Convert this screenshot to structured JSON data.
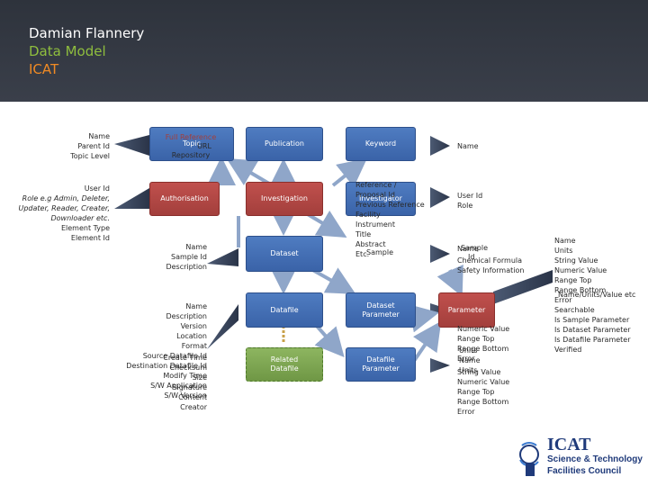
{
  "header": {
    "title": "Damian Flannery",
    "subtitle": "Data Model",
    "tagline": "ICAT",
    "colors": {
      "title": "#ffffff",
      "subtitle": "#8fbe3e",
      "tagline": "#f08a24"
    }
  },
  "left_labels": {
    "topic_attrs": [
      "Name",
      "Parent Id",
      "Topic Level"
    ],
    "user_attrs": [
      "User Id",
      "Role e.g Admin, Deleter,",
      "Updater, Reader, Creater,",
      "Downloader etc.",
      "Element Type",
      "Element Id"
    ],
    "sample_attrs": [
      "Name",
      "Sample Id",
      "Description"
    ],
    "datafile_attrs": [
      "Name",
      "Description",
      "Version",
      "Location",
      "Format",
      "Source Datafile Id",
      "Destination Datafile Id",
      "Modify Time",
      "S/W Application",
      "S/W Version"
    ],
    "datafile_overlap": [
      "Create Time",
      "Checksum",
      "Size",
      "Signature",
      "Content",
      "Creator"
    ]
  },
  "boxes": {
    "topic": "Topic",
    "topic_overlap": [
      "Full Reference",
      "URL",
      "Repository"
    ],
    "publication": "Publication",
    "keyword": "Keyword",
    "authorisation": "Authorisation",
    "investigation": "Investigation",
    "investigator": "Investigator",
    "dataset": "Dataset",
    "sample": "Sample",
    "datafile": "Datafile",
    "dataset_parameter": [
      "Dataset",
      "Parameter"
    ],
    "parameter": "Parameter",
    "related_datafile": [
      "Related",
      "Datafile"
    ],
    "datafile_parameter": [
      "Datafile",
      "Parameter"
    ]
  },
  "investigation_attrs": [
    "Reference /",
    "Proposal Id",
    "Previous Reference",
    "Facility",
    "Instrument",
    "Title",
    "Abstract",
    "Etc."
  ],
  "right_labels": {
    "keyword_attrs": [
      "Name"
    ],
    "investigator_attrs": [
      "User Id",
      "Role"
    ],
    "sample_attrs": [
      "Name",
      "Chemical Formula",
      "Safety Information"
    ],
    "sample_overlap": [
      "Sample",
      "Id"
    ],
    "param_value_attrs": [
      "Numeric Value",
      "Range Top",
      "Range Bottom",
      "Error"
    ],
    "param_overlap": [
      "Units",
      "Name",
      "Units"
    ],
    "datafile_param_attrs": [
      "String Value",
      "Numeric Value",
      "Range Top",
      "Range Bottom",
      "Error"
    ],
    "parameter_attrs": [
      "Name",
      "Units",
      "String Value",
      "Numeric Value",
      "Range Top",
      "Range Bottom",
      "Error",
      "Searchable",
      "Is Sample Parameter",
      "Is Dataset Parameter",
      "Is Datafile Parameter",
      "Verified"
    ],
    "parameter_overlap": [
      "Name/Units/Value etc"
    ]
  },
  "logo": {
    "name": "ICAT",
    "line1": "Science & Technology",
    "line2": "Facilities Council"
  }
}
